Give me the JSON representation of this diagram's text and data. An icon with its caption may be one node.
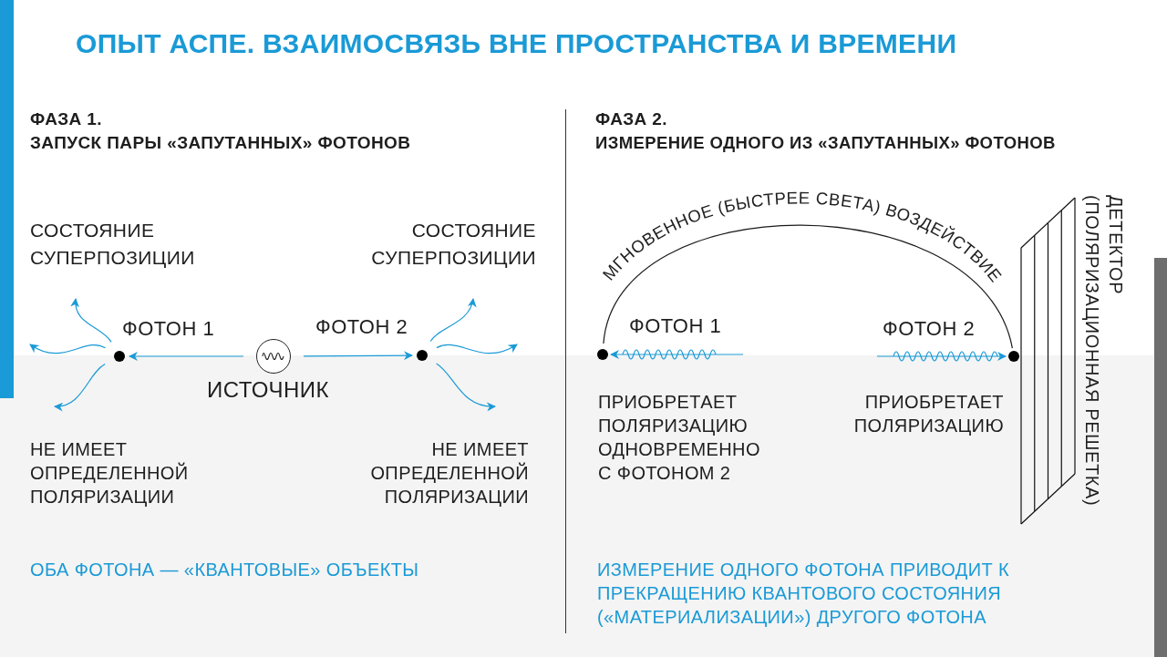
{
  "diagram": {
    "title": "ОПЫТ АСПЕ. ВЗАИМОСВЯЗЬ ВНЕ ПРОСТРАНСТВА И ВРЕМЕНИ",
    "nodes": [
      {
        "text": [],
        "shape": "circle",
        "beside": [
          "ИСТОЧНИК"
        ]
      },
      {
        "text": [],
        "shape": "circle",
        "beside": [
          "ФОТОН 1"
        ]
      },
      {
        "text": [],
        "shape": "circle",
        "beside": [
          "ФОТОН 2"
        ]
      },
      {
        "text": [],
        "shape": "circle",
        "beside": [
          "ФОТОН 1"
        ]
      },
      {
        "text": [],
        "shape": "circle",
        "beside": [
          "ФОТОН 2"
        ]
      },
      {
        "text": [],
        "shape": "box",
        "beside": [
          "ДЕТЕКТОР",
          "(ПОЛЯРИЗАЦИОННАЯ РЕШЕТКА)"
        ]
      }
    ],
    "edges": [
      {
        "from": 0,
        "to": 1,
        "arrow": "to"
      },
      {
        "from": 0,
        "to": 2,
        "arrow": "to"
      },
      {
        "from": 1,
        "to": null,
        "arrow": "to"
      },
      {
        "from": 1,
        "to": null,
        "arrow": "to"
      },
      {
        "from": 1,
        "to": null,
        "arrow": "to"
      },
      {
        "from": 2,
        "to": null,
        "arrow": "to"
      },
      {
        "from": 2,
        "to": null,
        "arrow": "to"
      },
      {
        "from": 2,
        "to": null,
        "arrow": "to"
      },
      {
        "from": 3,
        "to": 4,
        "arrow": "none",
        "label": "МГНОВЕННОЕ (БЫСТРЕЕ СВЕТА) ВОЗДЕЙСТВИЕ",
        "color": "#1a1a1a"
      },
      {
        "from": null,
        "to": 3,
        "arrow": "to"
      },
      {
        "from": null,
        "to": 4,
        "arrow": "to"
      }
    ],
    "labels": [
      "ФАЗА 1.",
      "ЗАПУСК ПАРЫ «ЗАПУТАННЫХ» ФОТОНОВ",
      "СОСТОЯНИЕ СУПЕРПОЗИЦИИ",
      "СОСТОЯНИЕ СУПЕРПОЗИЦИИ",
      "НЕ ИМЕЕТ ОПРЕДЕЛЕННОЙ ПОЛЯРИЗАЦИИ",
      "НЕ ИМЕЕТ ОПРЕДЕЛЕННОЙ ПОЛЯРИЗАЦИИ",
      "ОБА ФОТОНА — «КВАНТОВЫЕ» ОБЪЕКТЫ",
      "ФАЗА 2.",
      "ИЗМЕРЕНИЕ ОДНОГО ИЗ «ЗАПУТАННЫХ» ФОТОНОВ",
      "ПРИОБРЕТАЕТ ПОЛЯРИЗАЦИЮ ОДНОВРЕМЕННО С ФОТОНОМ 2",
      "ПРИОБРЕТАЕТ ПОЛЯРИЗАЦИЮ",
      "ИЗМЕРЕНИЕ ОДНОГО ФОТОНА ПРИВОДИТ К ПРЕКРАЩЕНИЮ КВАНТОВОГО СОСТОЯНИЯ («МАТЕРИАЛИЗАЦИИ») ДРУГОГО ФОТОНА"
    ]
  }
}
